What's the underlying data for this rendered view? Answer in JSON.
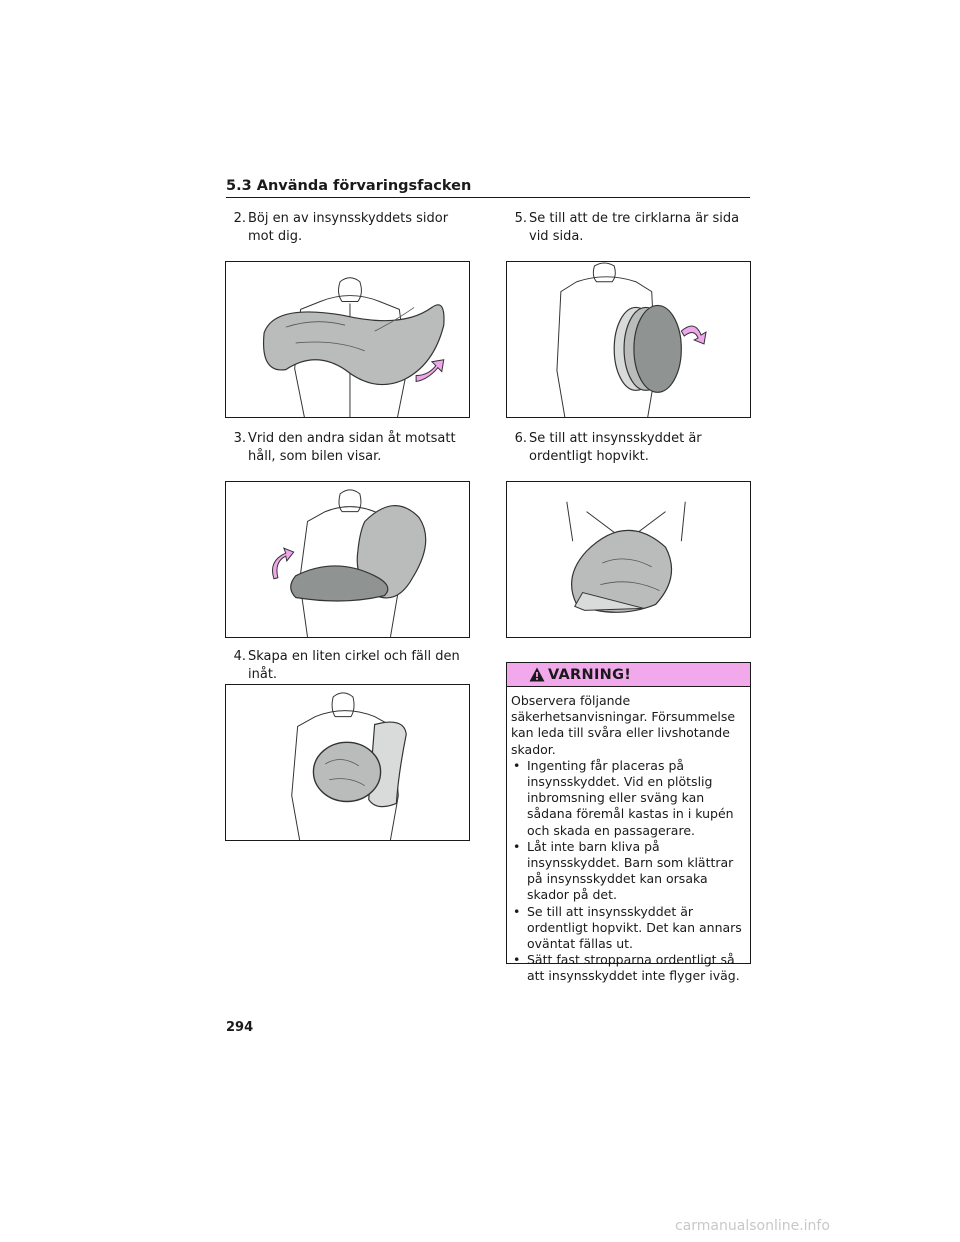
{
  "section": {
    "title": "5.3 Använda förvaringsfacken"
  },
  "steps": [
    {
      "num": "2.",
      "text": "Böj en av insynsskyddets sidor mot dig."
    },
    {
      "num": "3.",
      "text": "Vrid den andra sidan åt motsatt håll, som bilen visar."
    },
    {
      "num": "4.",
      "text": "Skapa en liten cirkel och fäll den inåt."
    },
    {
      "num": "5.",
      "text": "Se till att de tre cirklarna är sida vid sida."
    },
    {
      "num": "6.",
      "text": "Se till att insynsskyddet är ordentligt hopvikt."
    }
  ],
  "warning": {
    "title": "VARNING!",
    "intro": "Observera följande säkerhetsanvisningar. Försummelse kan leda till svåra eller livshotande skador.",
    "items": [
      "Ingenting får placeras på insynsskyddet. Vid en plötslig inbromsning eller sväng kan sådana föremål kastas in i kupén och skada en passagerare.",
      "Låt inte barn kliva på insynsskyddet. Barn som klättrar på insynsskyddet kan orsaka skador på det.",
      "Se till att insynsskyddet är ordentligt hopvikt. Det kan annars oväntat fällas ut.",
      "Sätt fast stropparna ordentligt så att insynsskyddet inte flyger iväg."
    ]
  },
  "page_number": "294",
  "watermark": "carmanualsonline.info",
  "colors": {
    "warning_header": "#f2a9ec",
    "arrow": "#f0a6ea",
    "shade_fill": "#b9bcbb",
    "shade_dark": "#8f9392"
  }
}
